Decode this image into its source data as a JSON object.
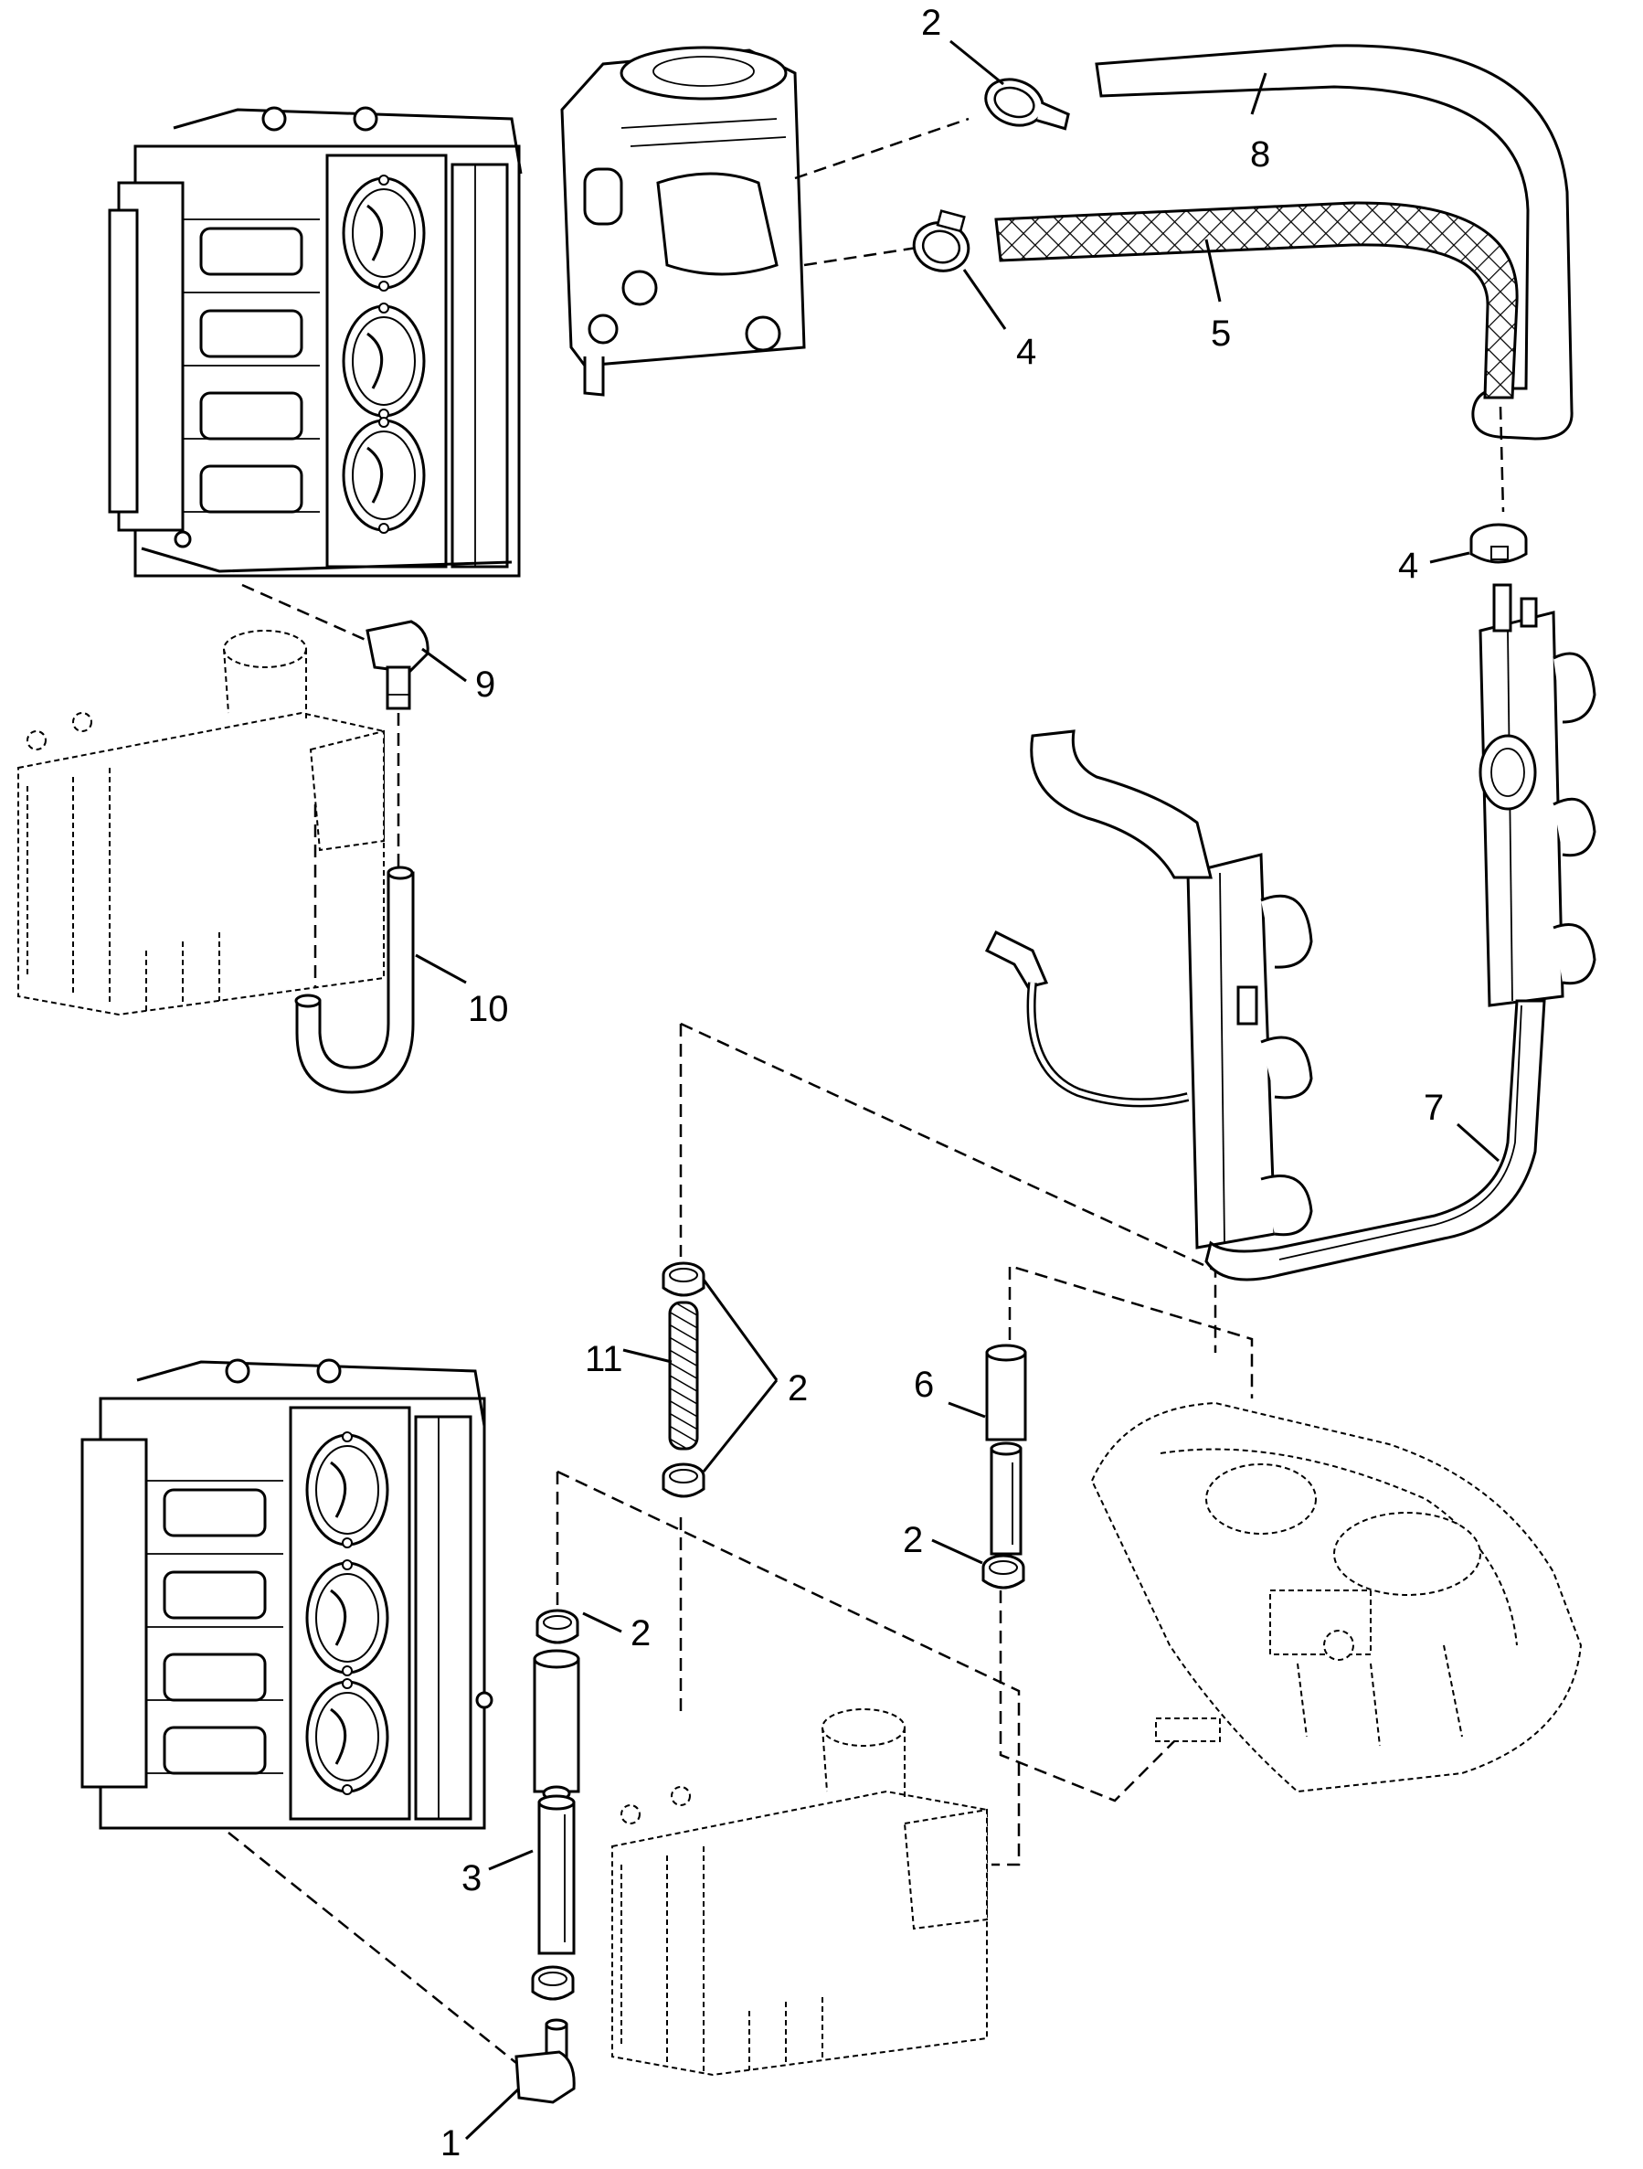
{
  "callouts": {
    "c1": "1",
    "c2a": "2",
    "c2b": "2",
    "c2c": "2",
    "c2d": "2",
    "c3": "3",
    "c4a": "4",
    "c4b": "4",
    "c5": "5",
    "c6": "6",
    "c7": "7",
    "c8": "8",
    "c9": "9",
    "c10": "10",
    "c11": "11"
  }
}
